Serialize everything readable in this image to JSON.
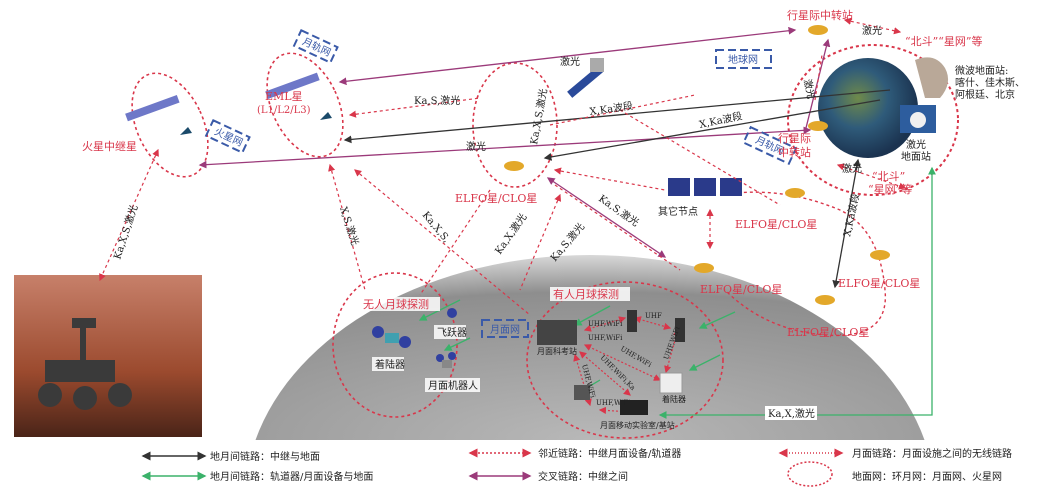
{
  "nodes": {
    "mars_relay": "火星中继星",
    "mars_net": "火星网",
    "eml": "EML星",
    "eml_points": "(L1/L2/L3)",
    "lunar_orbit_net_1": "月轨网",
    "lunar_orbit_net_2": "月轨网",
    "earth_net": "地球网",
    "interplanetary_relay_1": "行星际中转站",
    "interplanetary_relay_2a": "行星际",
    "interplanetary_relay_2b": "中转站",
    "beidou_1": "“北斗”“星网”等",
    "beidou_2a": "“北斗”",
    "beidou_2b": "“星网”等",
    "microwave_station_1": "微波地面站:",
    "microwave_station_2": "喀什、佳木斯、",
    "microwave_station_3": "阿根廷、北京",
    "laser_station_1": "激光",
    "laser_station_2": "地面站",
    "elfo_1": "ELFO星/CLO星",
    "elfo_2": "ELFO星/CLO星",
    "elfo_3": "ELFO星/CLO星",
    "elfo_4": "ELFO星/CLO星",
    "elfo_5": "ELFO星/CLO星",
    "other_nodes": "其它节点",
    "unmanned": "无人月球探测",
    "hopper": "飞跃器",
    "lander_1": "着陆器",
    "robot": "月面机器人",
    "lunar_surface_net": "月面网",
    "manned": "有人月球探测",
    "research_station": "月面科考站",
    "lander_2": "着陆器",
    "mobile_lab": "月面移动实验室/基站"
  },
  "links": {
    "laser_top": "激光",
    "ka_s_laser_top": "Ka,S,激光",
    "laser_mid": "激光",
    "x_ka_1": "X,Ka波段",
    "x_ka_2": "X,Ka波段",
    "x_ka_3": "X,Ka波段",
    "laser_earth_top": "激光",
    "laser_earth_vert": "激光",
    "laser_earth_low": "激光",
    "ka_x_s_laser_mars": "Ka,X,S,激光",
    "x_s_laser": "X,S,激光",
    "ka_x_s": "Ka,X,S,",
    "ka_x_s_laser_elfo": "Ka,X,S,激光",
    "ka_x_laser": "Ka,X,激光",
    "ka_s_laser_1": "Ka,S,激光",
    "ka_s_laser_2": "Ka,S,激光",
    "ka_x_laser_ground": "Ka,X,激光",
    "uhf_wifi_1": "UHF,WiFi",
    "uhf": "UHF",
    "uhf_wifi_2": "UHF,WiFi",
    "uhf_wifi_3": "UHF,WiFi",
    "uhf_wifi_ka": "UHF,WiFi,Ka",
    "uhf_wifi_4": "UHF,WiFi",
    "uhf_wifi_5": "UHF,WiFi",
    "uhf_wifi_6": "UHF,WiFi"
  },
  "legend": [
    {
      "label": "地月间链路：中继与地面",
      "color": "#333333",
      "style": "solid"
    },
    {
      "label": "邻近链路：中继月面设备/轨道器",
      "color": "#d9364a",
      "style": "dashed"
    },
    {
      "label": "月面链路：月面设施之间的无线链路",
      "color": "#d9364a",
      "style": "dotted"
    },
    {
      "label": "地月间链路：轨道器/月面设备与地面",
      "color": "#3bb26a",
      "style": "solid"
    },
    {
      "label": "交叉链路：中继之间",
      "color": "#9b3a7a",
      "style": "solid"
    },
    {
      "label": "地面网：环月网：月面网、火星网",
      "color": "#d9364a",
      "style": "ellipse"
    }
  ],
  "colors": {
    "red": "#d9364a",
    "black": "#333333",
    "green": "#3bb26a",
    "purple": "#9b3a7a",
    "blue": "#3a5aa8"
  }
}
